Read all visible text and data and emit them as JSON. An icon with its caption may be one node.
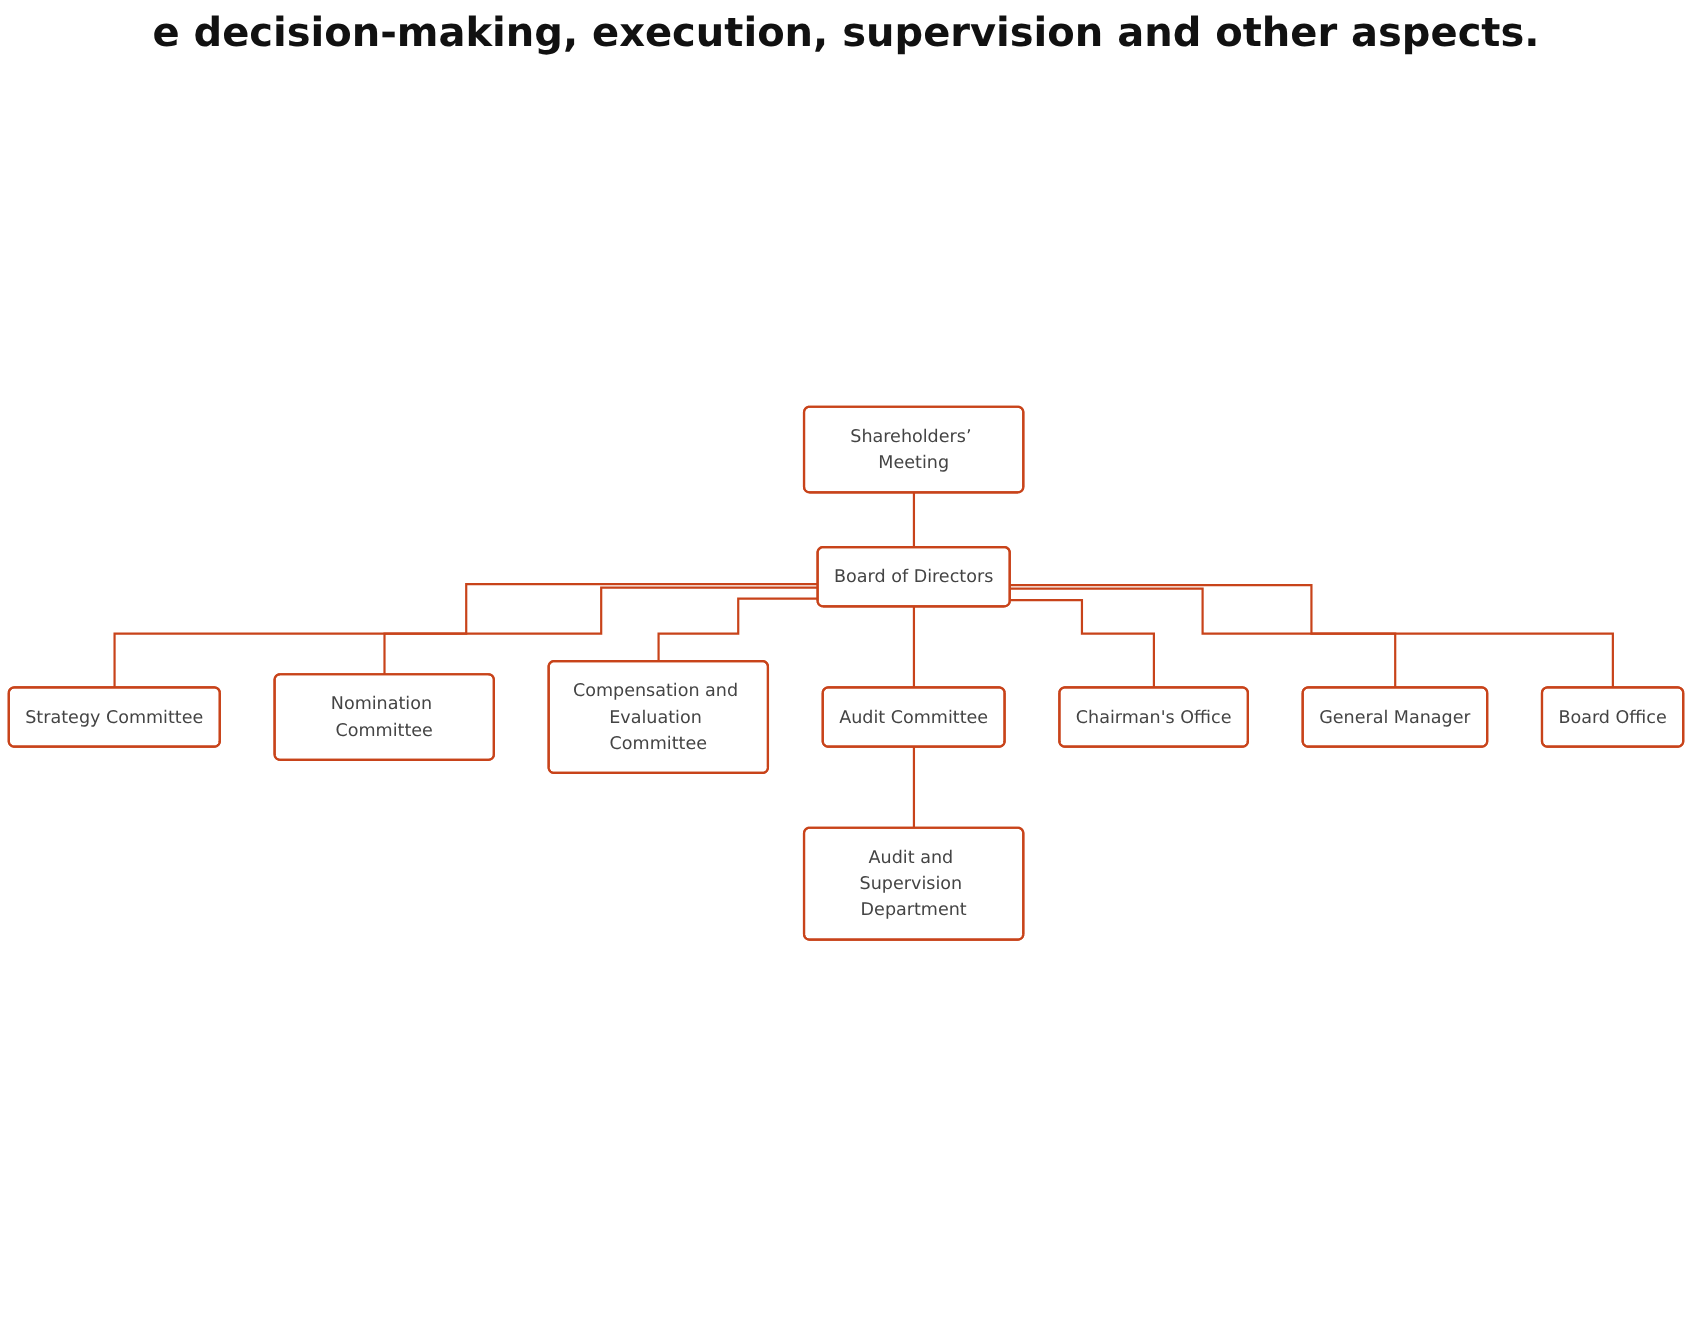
{
  "diagram": {
    "title": "e decision-making, execution, supervision and other aspects.",
    "nodes": [
      {
        "text": [
          "Shareholders’ Meeting"
        ]
      },
      {
        "text": [
          "Board of Directors"
        ]
      },
      {
        "text": [
          "Strategy Committee"
        ]
      },
      {
        "text": [
          "Nomination Committee"
        ]
      },
      {
        "text": [
          "Compensation and Evaluation Committee"
        ]
      },
      {
        "text": [
          "Audit Committee"
        ]
      },
      {
        "text": [
          "Chairman's Office"
        ]
      },
      {
        "text": [
          "General Manager"
        ]
      },
      {
        "text": [
          "Board Office"
        ]
      },
      {
        "text": [
          "Audit and Supervision Department"
        ]
      }
    ],
    "edges": [
      {
        "from": 0,
        "to": 1,
        "arrow": "none"
      },
      {
        "from": 1,
        "to": 2,
        "arrow": "none"
      },
      {
        "from": 1,
        "to": 3,
        "arrow": "none"
      },
      {
        "from": 1,
        "to": 4,
        "arrow": "none"
      },
      {
        "from": 1,
        "to": 5,
        "arrow": "none"
      },
      {
        "from": 1,
        "to": 6,
        "arrow": "none"
      },
      {
        "from": 1,
        "to": 7,
        "arrow": "none"
      },
      {
        "from": 1,
        "to": 8,
        "arrow": "none"
      },
      {
        "from": 5,
        "to": 9,
        "arrow": "none"
      }
    ]
  }
}
